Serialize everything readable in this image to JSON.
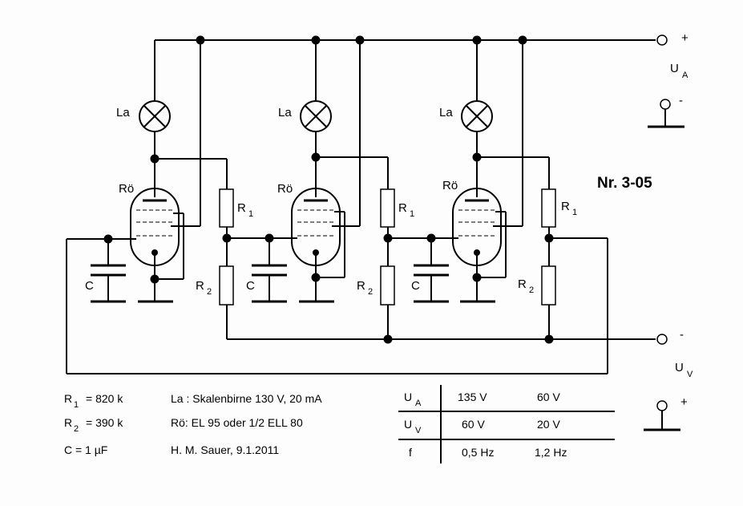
{
  "title": "Nr. 3-05",
  "labels": {
    "lamp": "La",
    "tube": "Rö",
    "resistor1": "R",
    "resistor1_sub": "1",
    "resistor2": "R",
    "resistor2_sub": "2",
    "capacitor": "C",
    "ua": "U",
    "ua_sub": "A",
    "uv": "U",
    "uv_sub": "V",
    "plus": "+",
    "minus": "-"
  },
  "components": {
    "r1_sym": "R",
    "r1_sub": "1",
    "r1_val": "=  820 k",
    "r2_sym": "R",
    "r2_sub": "2",
    "r2_val": "= 390 k",
    "c_line": "C   =  1 µF",
    "la_line": "La : Skalenbirne 130 V, 20 mA",
    "ro_line": "Rö: EL 95 oder 1/2 ELL 80",
    "author_line": "H. M. Sauer,  9.1.2011"
  },
  "table": {
    "rows": [
      {
        "sym": "U",
        "sub": "A",
        "v1": "135 V",
        "v2": "60 V"
      },
      {
        "sym": "U",
        "sub": "V",
        "v1": "60 V",
        "v2": "20 V"
      },
      {
        "sym": "f",
        "sub": "",
        "v1": "0,5 Hz",
        "v2": "1,2 Hz"
      }
    ]
  }
}
